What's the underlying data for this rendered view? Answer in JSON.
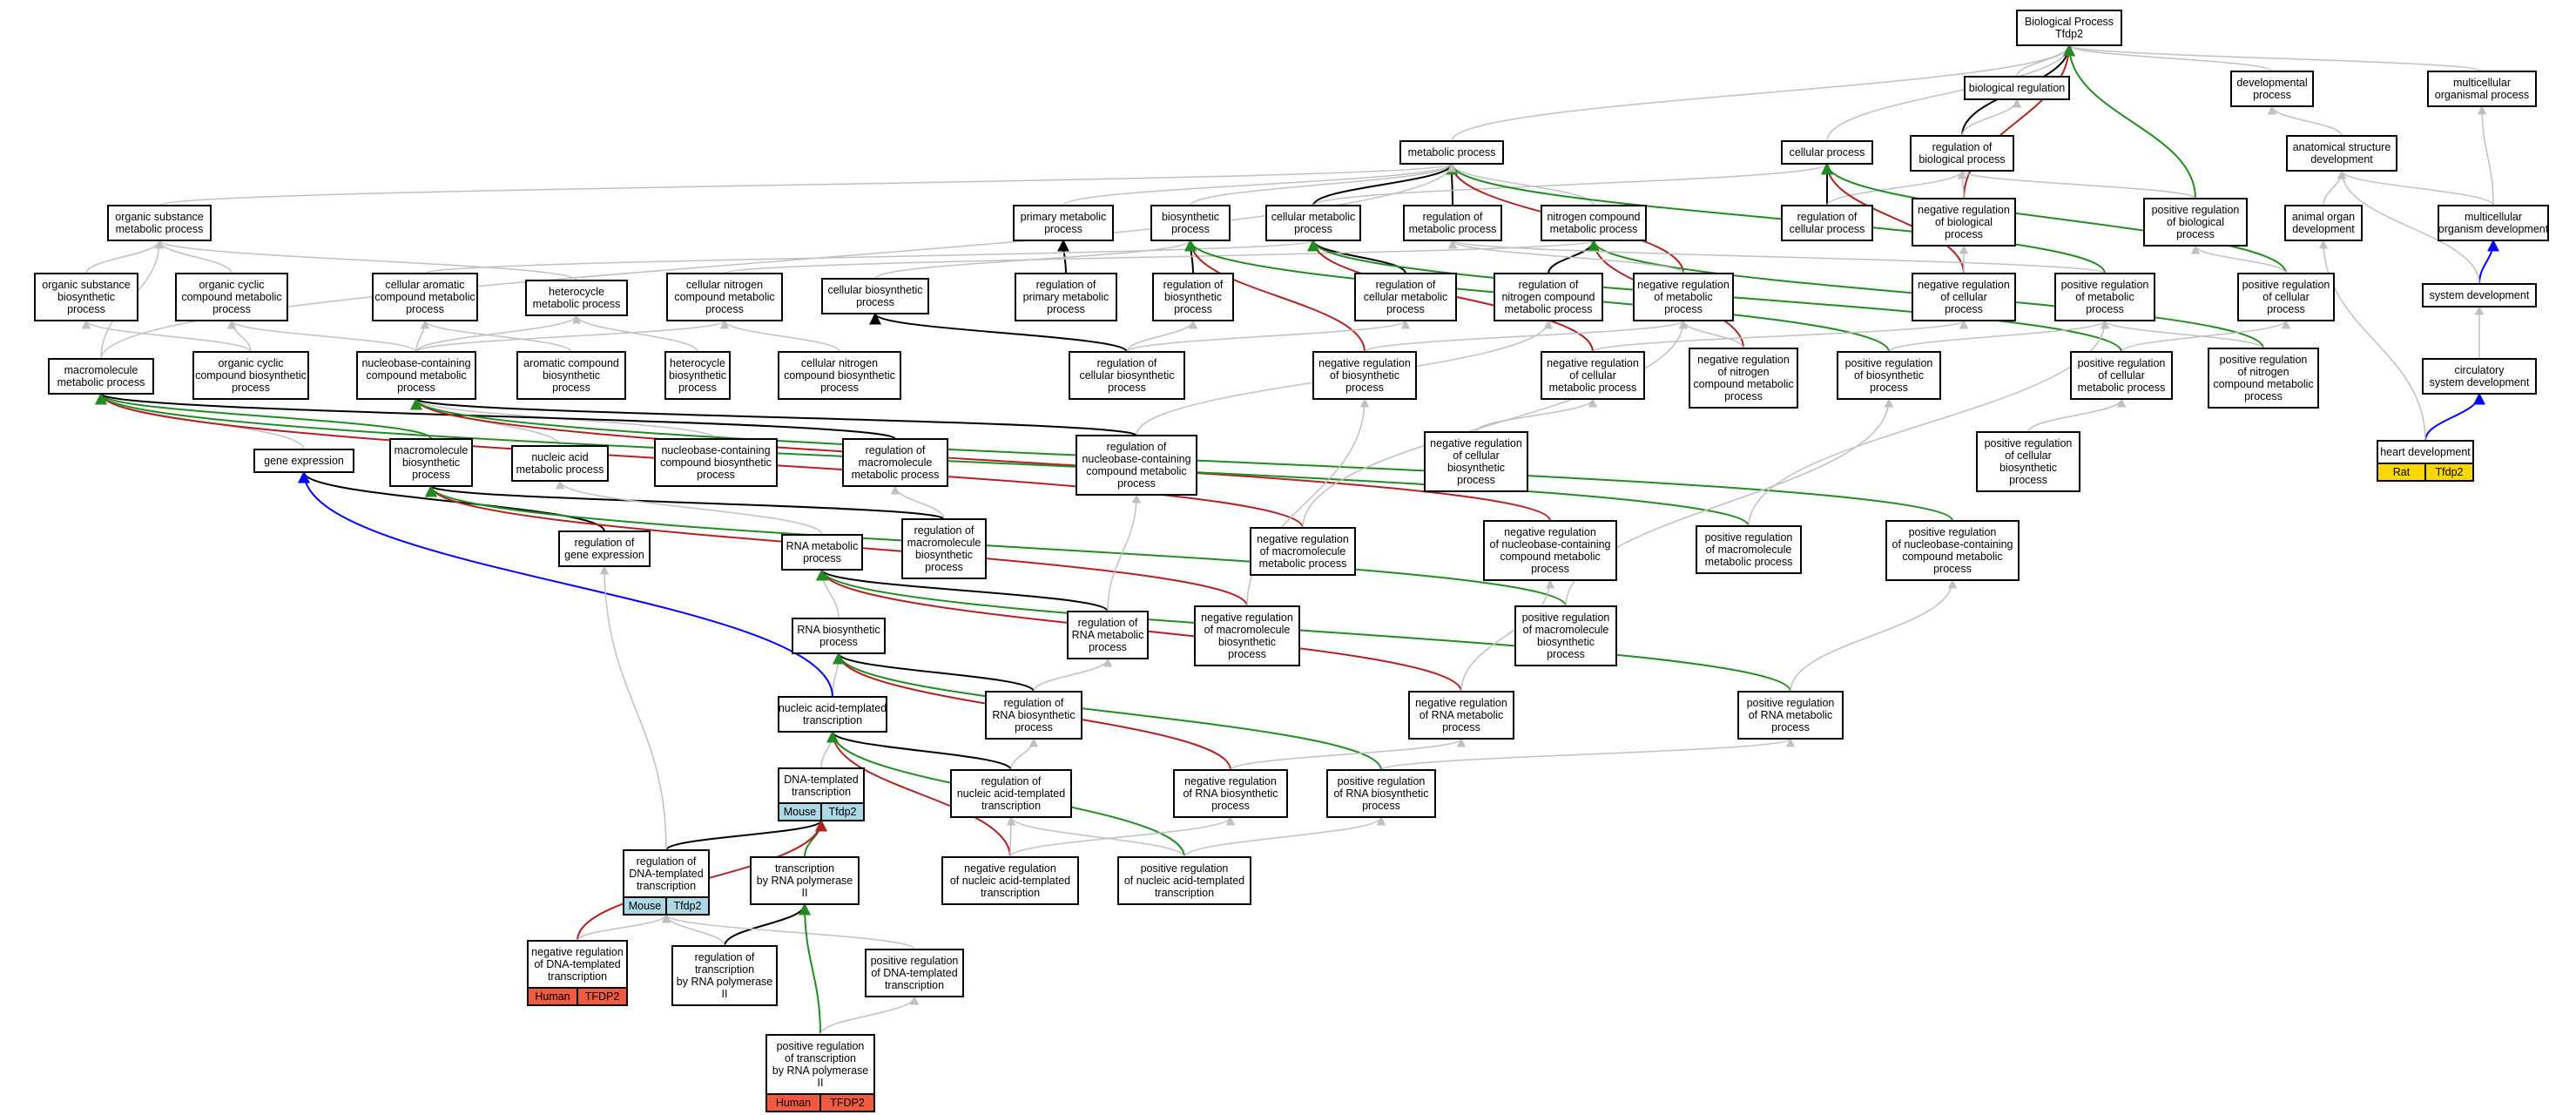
{
  "colors": {
    "gray": "#c0c0c0",
    "black": "#000000",
    "red": "#b22222",
    "green": "#228b22",
    "blue": "#0000ff",
    "mouse": "#add8e6",
    "human": "#f05a40",
    "rat": "#ffd700"
  },
  "nodes": [
    {
      "id": "bp",
      "lines": [
        "Biological Process",
        "Tfdp2"
      ]
    },
    {
      "id": "bioreg",
      "lines": [
        "biological regulation"
      ]
    },
    {
      "id": "devproc",
      "lines": [
        "developmental",
        "process"
      ]
    },
    {
      "id": "multiorg",
      "lines": [
        "multicellular",
        "organismal process"
      ]
    },
    {
      "id": "metab",
      "lines": [
        "metabolic process"
      ]
    },
    {
      "id": "cellproc",
      "lines": [
        "cellular process"
      ]
    },
    {
      "id": "regbio",
      "lines": [
        "regulation of",
        "biological process"
      ]
    },
    {
      "id": "anatdev",
      "lines": [
        "anatomical structure",
        "development"
      ]
    },
    {
      "id": "orgsub",
      "lines": [
        "organic substance",
        "metabolic process"
      ]
    },
    {
      "id": "primmet",
      "lines": [
        "primary metabolic",
        "process"
      ]
    },
    {
      "id": "biosyn",
      "lines": [
        "biosynthetic",
        "process"
      ]
    },
    {
      "id": "cellmet",
      "lines": [
        "cellular metabolic",
        "process"
      ]
    },
    {
      "id": "regmet",
      "lines": [
        "regulation of",
        "metabolic process"
      ]
    },
    {
      "id": "nitro",
      "lines": [
        "nitrogen compound",
        "metabolic process"
      ]
    },
    {
      "id": "regcell",
      "lines": [
        "regulation of",
        "cellular process"
      ]
    },
    {
      "id": "negregbio",
      "lines": [
        "negative regulation",
        "of biological",
        "process"
      ]
    },
    {
      "id": "posregbio",
      "lines": [
        "positive regulation",
        "of biological",
        "process"
      ]
    },
    {
      "id": "animorg",
      "lines": [
        "animal organ",
        "development"
      ]
    },
    {
      "id": "multidev",
      "lines": [
        "multicellular",
        "organism development"
      ]
    },
    {
      "id": "orgsubbio",
      "lines": [
        "organic substance",
        "biosynthetic",
        "process"
      ]
    },
    {
      "id": "orgcyc",
      "lines": [
        "organic cyclic",
        "compound metabolic",
        "process"
      ]
    },
    {
      "id": "cellarom",
      "lines": [
        "cellular aromatic",
        "compound metabolic",
        "process"
      ]
    },
    {
      "id": "hetmet",
      "lines": [
        "heterocycle",
        "metabolic process"
      ]
    },
    {
      "id": "cellnit",
      "lines": [
        "cellular nitrogen",
        "compound metabolic",
        "process"
      ]
    },
    {
      "id": "cellbio",
      "lines": [
        "cellular biosynthetic",
        "process"
      ]
    },
    {
      "id": "regprim",
      "lines": [
        "regulation of",
        "primary metabolic",
        "process"
      ]
    },
    {
      "id": "regbiosyn",
      "lines": [
        "regulation of",
        "biosynthetic",
        "process"
      ]
    },
    {
      "id": "regcellmet",
      "lines": [
        "regulation of",
        "cellular metabolic",
        "process"
      ]
    },
    {
      "id": "regnit",
      "lines": [
        "regulation of",
        "nitrogen compound",
        "metabolic process"
      ]
    },
    {
      "id": "negregmet",
      "lines": [
        "negative regulation",
        "of metabolic",
        "process"
      ]
    },
    {
      "id": "negregcell",
      "lines": [
        "negative regulation",
        "of cellular",
        "process"
      ]
    },
    {
      "id": "posregmet",
      "lines": [
        "positive regulation",
        "of metabolic",
        "process"
      ]
    },
    {
      "id": "posregcell",
      "lines": [
        "positive regulation",
        "of cellular",
        "process"
      ]
    },
    {
      "id": "sysdev",
      "lines": [
        "system development"
      ]
    },
    {
      "id": "macromet",
      "lines": [
        "macromolecule",
        "metabolic process"
      ]
    },
    {
      "id": "orgcycbio",
      "lines": [
        "organic cyclic",
        "compound biosynthetic",
        "process"
      ]
    },
    {
      "id": "nucmet",
      "lines": [
        "nucleobase-containing",
        "compound metabolic",
        "process"
      ]
    },
    {
      "id": "arombio",
      "lines": [
        "aromatic compound",
        "biosynthetic",
        "process"
      ]
    },
    {
      "id": "hetbio",
      "lines": [
        "heterocycle",
        "biosynthetic",
        "process"
      ]
    },
    {
      "id": "cellnitbio",
      "lines": [
        "cellular nitrogen",
        "compound biosynthetic",
        "process"
      ]
    },
    {
      "id": "regcellbio",
      "lines": [
        "regulation of",
        "cellular biosynthetic",
        "process"
      ]
    },
    {
      "id": "negregbiosyn",
      "lines": [
        "negative regulation",
        "of biosynthetic",
        "process"
      ]
    },
    {
      "id": "negregcellmet",
      "lines": [
        "negative regulation",
        "of cellular",
        "metabolic process"
      ]
    },
    {
      "id": "negregnit",
      "lines": [
        "negative regulation",
        "of nitrogen",
        "compound metabolic",
        "process"
      ]
    },
    {
      "id": "posregbiosyn",
      "lines": [
        "positive regulation",
        "of biosynthetic",
        "process"
      ]
    },
    {
      "id": "posregcellmet",
      "lines": [
        "positive regulation",
        "of cellular",
        "metabolic process"
      ]
    },
    {
      "id": "posregnit",
      "lines": [
        "positive regulation",
        "of nitrogen",
        "compound metabolic",
        "process"
      ]
    },
    {
      "id": "circsys",
      "lines": [
        "circulatory",
        "system development"
      ]
    },
    {
      "id": "geneexp",
      "lines": [
        "gene expression"
      ]
    },
    {
      "id": "macrobio",
      "lines": [
        "macromolecule",
        "biosynthetic",
        "process"
      ]
    },
    {
      "id": "nucacmet",
      "lines": [
        "nucleic acid",
        "metabolic process"
      ]
    },
    {
      "id": "nucbio",
      "lines": [
        "nucleobase-containing",
        "compound biosynthetic",
        "process"
      ]
    },
    {
      "id": "regmacromet",
      "lines": [
        "regulation of",
        "macromolecule",
        "metabolic process"
      ]
    },
    {
      "id": "regnucmet",
      "lines": [
        "regulation of",
        "nucleobase-containing",
        "compound metabolic",
        "process"
      ]
    },
    {
      "id": "negregcellbio",
      "lines": [
        "negative regulation",
        "of cellular",
        "biosynthetic",
        "process"
      ]
    },
    {
      "id": "posregcellbio",
      "lines": [
        "positive regulation",
        "of cellular",
        "biosynthetic",
        "process"
      ]
    },
    {
      "id": "heartdev",
      "lines": [
        "heart development"
      ],
      "tag": {
        "species": "Rat",
        "gene": "Tfdp2",
        "color": "#ffd700"
      }
    },
    {
      "id": "reggeneexp",
      "lines": [
        "regulation of",
        "gene expression"
      ]
    },
    {
      "id": "regmacrobio",
      "lines": [
        "regulation of",
        "macromolecule",
        "biosynthetic",
        "process"
      ]
    },
    {
      "id": "negregmacromet",
      "lines": [
        "negative regulation",
        "of macromolecule",
        "metabolic process"
      ]
    },
    {
      "id": "negregnucmet",
      "lines": [
        "negative regulation",
        "of nucleobase-containing",
        "compound metabolic",
        "process"
      ]
    },
    {
      "id": "posregmacromet",
      "lines": [
        "positive regulation",
        "of macromolecule",
        "metabolic process"
      ]
    },
    {
      "id": "posregnucmet",
      "lines": [
        "positive regulation",
        "of nucleobase-containing",
        "compound metabolic",
        "process"
      ]
    },
    {
      "id": "rnamet",
      "lines": [
        "RNA metabolic",
        "process"
      ]
    },
    {
      "id": "regrnamet",
      "lines": [
        "regulation of",
        "RNA metabolic",
        "process"
      ]
    },
    {
      "id": "negregmacrobio",
      "lines": [
        "negative regulation",
        "of macromolecule",
        "biosynthetic",
        "process"
      ]
    },
    {
      "id": "posregmacrobio",
      "lines": [
        "positive regulation",
        "of macromolecule",
        "biosynthetic",
        "process"
      ]
    },
    {
      "id": "rnabio",
      "lines": [
        "RNA biosynthetic",
        "process"
      ]
    },
    {
      "id": "regrnabio",
      "lines": [
        "regulation of",
        "RNA biosynthetic",
        "process"
      ]
    },
    {
      "id": "negregrnamet",
      "lines": [
        "negative regulation",
        "of RNA metabolic",
        "process"
      ]
    },
    {
      "id": "posregrnamet",
      "lines": [
        "positive regulation",
        "of RNA metabolic",
        "process"
      ]
    },
    {
      "id": "nattrans",
      "lines": [
        "nucleic acid-templated",
        "transcription"
      ]
    },
    {
      "id": "regnat",
      "lines": [
        "regulation of",
        "nucleic acid-templated",
        "transcription"
      ]
    },
    {
      "id": "negregrnabio",
      "lines": [
        "negative regulation",
        "of RNA biosynthetic",
        "process"
      ]
    },
    {
      "id": "posregrnabio",
      "lines": [
        "positive regulation",
        "of RNA biosynthetic",
        "process"
      ]
    },
    {
      "id": "dnatrans",
      "lines": [
        "DNA-templated",
        "transcription"
      ],
      "tag": {
        "species": "Mouse",
        "gene": "Tfdp2",
        "color": "#add8e6"
      }
    },
    {
      "id": "regdna",
      "lines": [
        "regulation of",
        "DNA-templated",
        "transcription"
      ],
      "tag": {
        "species": "Mouse",
        "gene": "Tfdp2",
        "color": "#add8e6"
      }
    },
    {
      "id": "transpol2",
      "lines": [
        "transcription",
        "by RNA polymerase",
        "II"
      ]
    },
    {
      "id": "negregnat",
      "lines": [
        "negative regulation",
        "of nucleic acid-templated",
        "transcription"
      ]
    },
    {
      "id": "posregnat",
      "lines": [
        "positive regulation",
        "of nucleic acid-templated",
        "transcription"
      ]
    },
    {
      "id": "negregdna",
      "lines": [
        "negative regulation",
        "of DNA-templated",
        "transcription"
      ],
      "tag": {
        "species": "Human",
        "gene": "TFDP2",
        "color": "#f05a40"
      }
    },
    {
      "id": "regtranspol",
      "lines": [
        "regulation of",
        "transcription",
        "by RNA polymerase",
        "II"
      ]
    },
    {
      "id": "posregdna",
      "lines": [
        "positive regulation",
        "of DNA-templated",
        "transcription"
      ]
    },
    {
      "id": "posregtranspol",
      "lines": [
        "positive regulation",
        "of transcription",
        "by RNA polymerase",
        "II"
      ],
      "tag": {
        "species": "Human",
        "gene": "TFDP2",
        "color": "#f05a40"
      }
    }
  ],
  "edges": [
    [
      "bioreg",
      "bp",
      "gray"
    ],
    [
      "devproc",
      "bp",
      "gray"
    ],
    [
      "multiorg",
      "bp",
      "gray"
    ],
    [
      "metab",
      "bp",
      "gray"
    ],
    [
      "cellproc",
      "bp",
      "gray"
    ],
    [
      "regbio",
      "bp",
      "black"
    ],
    [
      "regbio",
      "bioreg",
      "gray"
    ],
    [
      "negregbio",
      "bp",
      "red"
    ],
    [
      "posregbio",
      "bp",
      "green"
    ],
    [
      "anatdev",
      "devproc",
      "gray"
    ],
    [
      "multidev",
      "multiorg",
      "gray"
    ],
    [
      "animorg",
      "anatdev",
      "gray"
    ],
    [
      "multidev",
      "anatdev",
      "gray"
    ],
    [
      "sysdev",
      "multidev",
      "blue"
    ],
    [
      "sysdev",
      "anatdev",
      "gray"
    ],
    [
      "circsys",
      "sysdev",
      "gray"
    ],
    [
      "heartdev",
      "circsys",
      "blue"
    ],
    [
      "heartdev",
      "animorg",
      "gray"
    ],
    [
      "orgsub",
      "metab",
      "gray"
    ],
    [
      "primmet",
      "metab",
      "gray"
    ],
    [
      "biosyn",
      "metab",
      "gray"
    ],
    [
      "cellmet",
      "metab",
      "black"
    ],
    [
      "regmet",
      "metab",
      "black"
    ],
    [
      "nitro",
      "metab",
      "gray"
    ],
    [
      "cellmet",
      "cellproc",
      "gray"
    ],
    [
      "regcell",
      "cellproc",
      "black"
    ],
    [
      "regcell",
      "regbio",
      "gray"
    ],
    [
      "negregbio",
      "regbio",
      "gray"
    ],
    [
      "posregbio",
      "regbio",
      "gray"
    ],
    [
      "negregcell",
      "cellproc",
      "red"
    ],
    [
      "posregcell",
      "cellproc",
      "green"
    ],
    [
      "negregmet",
      "metab",
      "red"
    ],
    [
      "posregmet",
      "metab",
      "green"
    ],
    [
      "orgsubbio",
      "orgsub",
      "gray"
    ],
    [
      "orgcyc",
      "orgsub",
      "gray"
    ],
    [
      "macromet",
      "orgsub",
      "gray"
    ],
    [
      "regprim",
      "primmet",
      "black"
    ],
    [
      "regbiosyn",
      "biosyn",
      "black"
    ],
    [
      "cellbio",
      "biosyn",
      "gray"
    ],
    [
      "regcellmet",
      "cellmet",
      "black"
    ],
    [
      "regnit",
      "nitro",
      "black"
    ],
    [
      "cellarom",
      "cellmet",
      "gray"
    ],
    [
      "hetmet",
      "orgsub",
      "gray"
    ],
    [
      "cellnit",
      "nitro",
      "gray"
    ],
    [
      "negregbiosyn",
      "biosyn",
      "red"
    ],
    [
      "posregbiosyn",
      "biosyn",
      "green"
    ],
    [
      "negregcellmet",
      "cellmet",
      "red"
    ],
    [
      "posregcellmet",
      "cellmet",
      "green"
    ],
    [
      "negregnit",
      "nitro",
      "red"
    ],
    [
      "posregnit",
      "nitro",
      "green"
    ],
    [
      "negregcell",
      "negregbio",
      "gray"
    ],
    [
      "posregcell",
      "posregbio",
      "gray"
    ],
    [
      "negregmet",
      "regmet",
      "gray"
    ],
    [
      "posregmet",
      "regmet",
      "gray"
    ],
    [
      "nucmet",
      "cellarom",
      "gray"
    ],
    [
      "nucmet",
      "hetmet",
      "gray"
    ],
    [
      "nucmet",
      "cellnit",
      "gray"
    ],
    [
      "nucmet",
      "orgcyc",
      "gray"
    ],
    [
      "orgcycbio",
      "orgcyc",
      "gray"
    ],
    [
      "orgcycbio",
      "orgsubbio",
      "gray"
    ],
    [
      "arombio",
      "cellarom",
      "gray"
    ],
    [
      "hetbio",
      "hetmet",
      "gray"
    ],
    [
      "cellnitbio",
      "cellnit",
      "gray"
    ],
    [
      "regcellbio",
      "cellbio",
      "black"
    ],
    [
      "regcellbio",
      "regcellmet",
      "gray"
    ],
    [
      "regcellbio",
      "regbiosyn",
      "gray"
    ],
    [
      "macromet",
      "metab",
      "gray"
    ],
    [
      "geneexp",
      "macromet",
      "gray"
    ],
    [
      "macrobio",
      "macromet",
      "green"
    ],
    [
      "nucacmet",
      "nucmet",
      "gray"
    ],
    [
      "nucbio",
      "nucmet",
      "gray"
    ],
    [
      "regmacromet",
      "macromet",
      "black"
    ],
    [
      "regnucmet",
      "nucmet",
      "black"
    ],
    [
      "regnucmet",
      "regnit",
      "gray"
    ],
    [
      "negregcellbio",
      "negregcellmet",
      "gray"
    ],
    [
      "posregcellbio",
      "posregcellmet",
      "gray"
    ],
    [
      "reggeneexp",
      "geneexp",
      "black"
    ],
    [
      "regmacrobio",
      "macrobio",
      "black"
    ],
    [
      "regmacrobio",
      "regmacromet",
      "gray"
    ],
    [
      "negregmacromet",
      "macromet",
      "red"
    ],
    [
      "negregnucmet",
      "nucmet",
      "red"
    ],
    [
      "posregmacromet",
      "macromet",
      "green"
    ],
    [
      "posregnucmet",
      "nucmet",
      "green"
    ],
    [
      "rnamet",
      "nucacmet",
      "gray"
    ],
    [
      "regrnamet",
      "rnamet",
      "black"
    ],
    [
      "negregmacrobio",
      "macrobio",
      "red"
    ],
    [
      "posregmacrobio",
      "macrobio",
      "green"
    ],
    [
      "rnabio",
      "rnamet",
      "gray"
    ],
    [
      "regrnabio",
      "rnabio",
      "black"
    ],
    [
      "negregrnamet",
      "rnamet",
      "red"
    ],
    [
      "posregrnamet",
      "rnamet",
      "green"
    ],
    [
      "nattrans",
      "rnabio",
      "gray"
    ],
    [
      "nattrans",
      "geneexp",
      "blue"
    ],
    [
      "regnat",
      "nattrans",
      "black"
    ],
    [
      "negregrnabio",
      "rnabio",
      "red"
    ],
    [
      "posregrnabio",
      "rnabio",
      "green"
    ],
    [
      "dnatrans",
      "nattrans",
      "gray"
    ],
    [
      "regdna",
      "dnatrans",
      "black"
    ],
    [
      "transpol2",
      "dnatrans",
      "green"
    ],
    [
      "negregnat",
      "nattrans",
      "red"
    ],
    [
      "posregnat",
      "nattrans",
      "green"
    ],
    [
      "negregdna",
      "dnatrans",
      "red"
    ],
    [
      "regtranspol",
      "transpol2",
      "black"
    ],
    [
      "posregdna",
      "regdna",
      "gray"
    ],
    [
      "posregtranspol",
      "transpol2",
      "green"
    ],
    [
      "regdna",
      "reggeneexp",
      "gray"
    ],
    [
      "regtranspol",
      "regdna",
      "gray"
    ],
    [
      "posregtranspol",
      "posregdna",
      "gray"
    ],
    [
      "negregdna",
      "regdna",
      "gray"
    ],
    [
      "negregnat",
      "regnat",
      "gray"
    ],
    [
      "posregnat",
      "regnat",
      "gray"
    ],
    [
      "posregnat",
      "posregrnabio",
      "gray"
    ],
    [
      "negregnat",
      "negregrnabio",
      "gray"
    ],
    [
      "regnat",
      "regrnabio",
      "gray"
    ],
    [
      "negregrnabio",
      "negregrnamet",
      "gray"
    ],
    [
      "posregrnabio",
      "posregrnamet",
      "gray"
    ],
    [
      "regrnabio",
      "regrnamet",
      "gray"
    ],
    [
      "negregrnamet",
      "negregnucmet",
      "gray"
    ],
    [
      "posregrnamet",
      "posregnucmet",
      "gray"
    ],
    [
      "regrnamet",
      "regnucmet",
      "gray"
    ],
    [
      "negregmacrobio",
      "negregbiosyn",
      "gray"
    ],
    [
      "posregmacrobio",
      "posregbiosyn",
      "gray"
    ],
    [
      "posregmacromet",
      "posregmet",
      "gray"
    ],
    [
      "negregmacromet",
      "negregmet",
      "gray"
    ],
    [
      "negregnit",
      "negregmet",
      "gray"
    ],
    [
      "posregnit",
      "posregmet",
      "gray"
    ],
    [
      "negregbiosyn",
      "negregmet",
      "gray"
    ],
    [
      "posregbiosyn",
      "posregmet",
      "gray"
    ],
    [
      "negregcellmet",
      "negregcell",
      "gray"
    ],
    [
      "posregcellmet",
      "posregcell",
      "gray"
    ]
  ]
}
